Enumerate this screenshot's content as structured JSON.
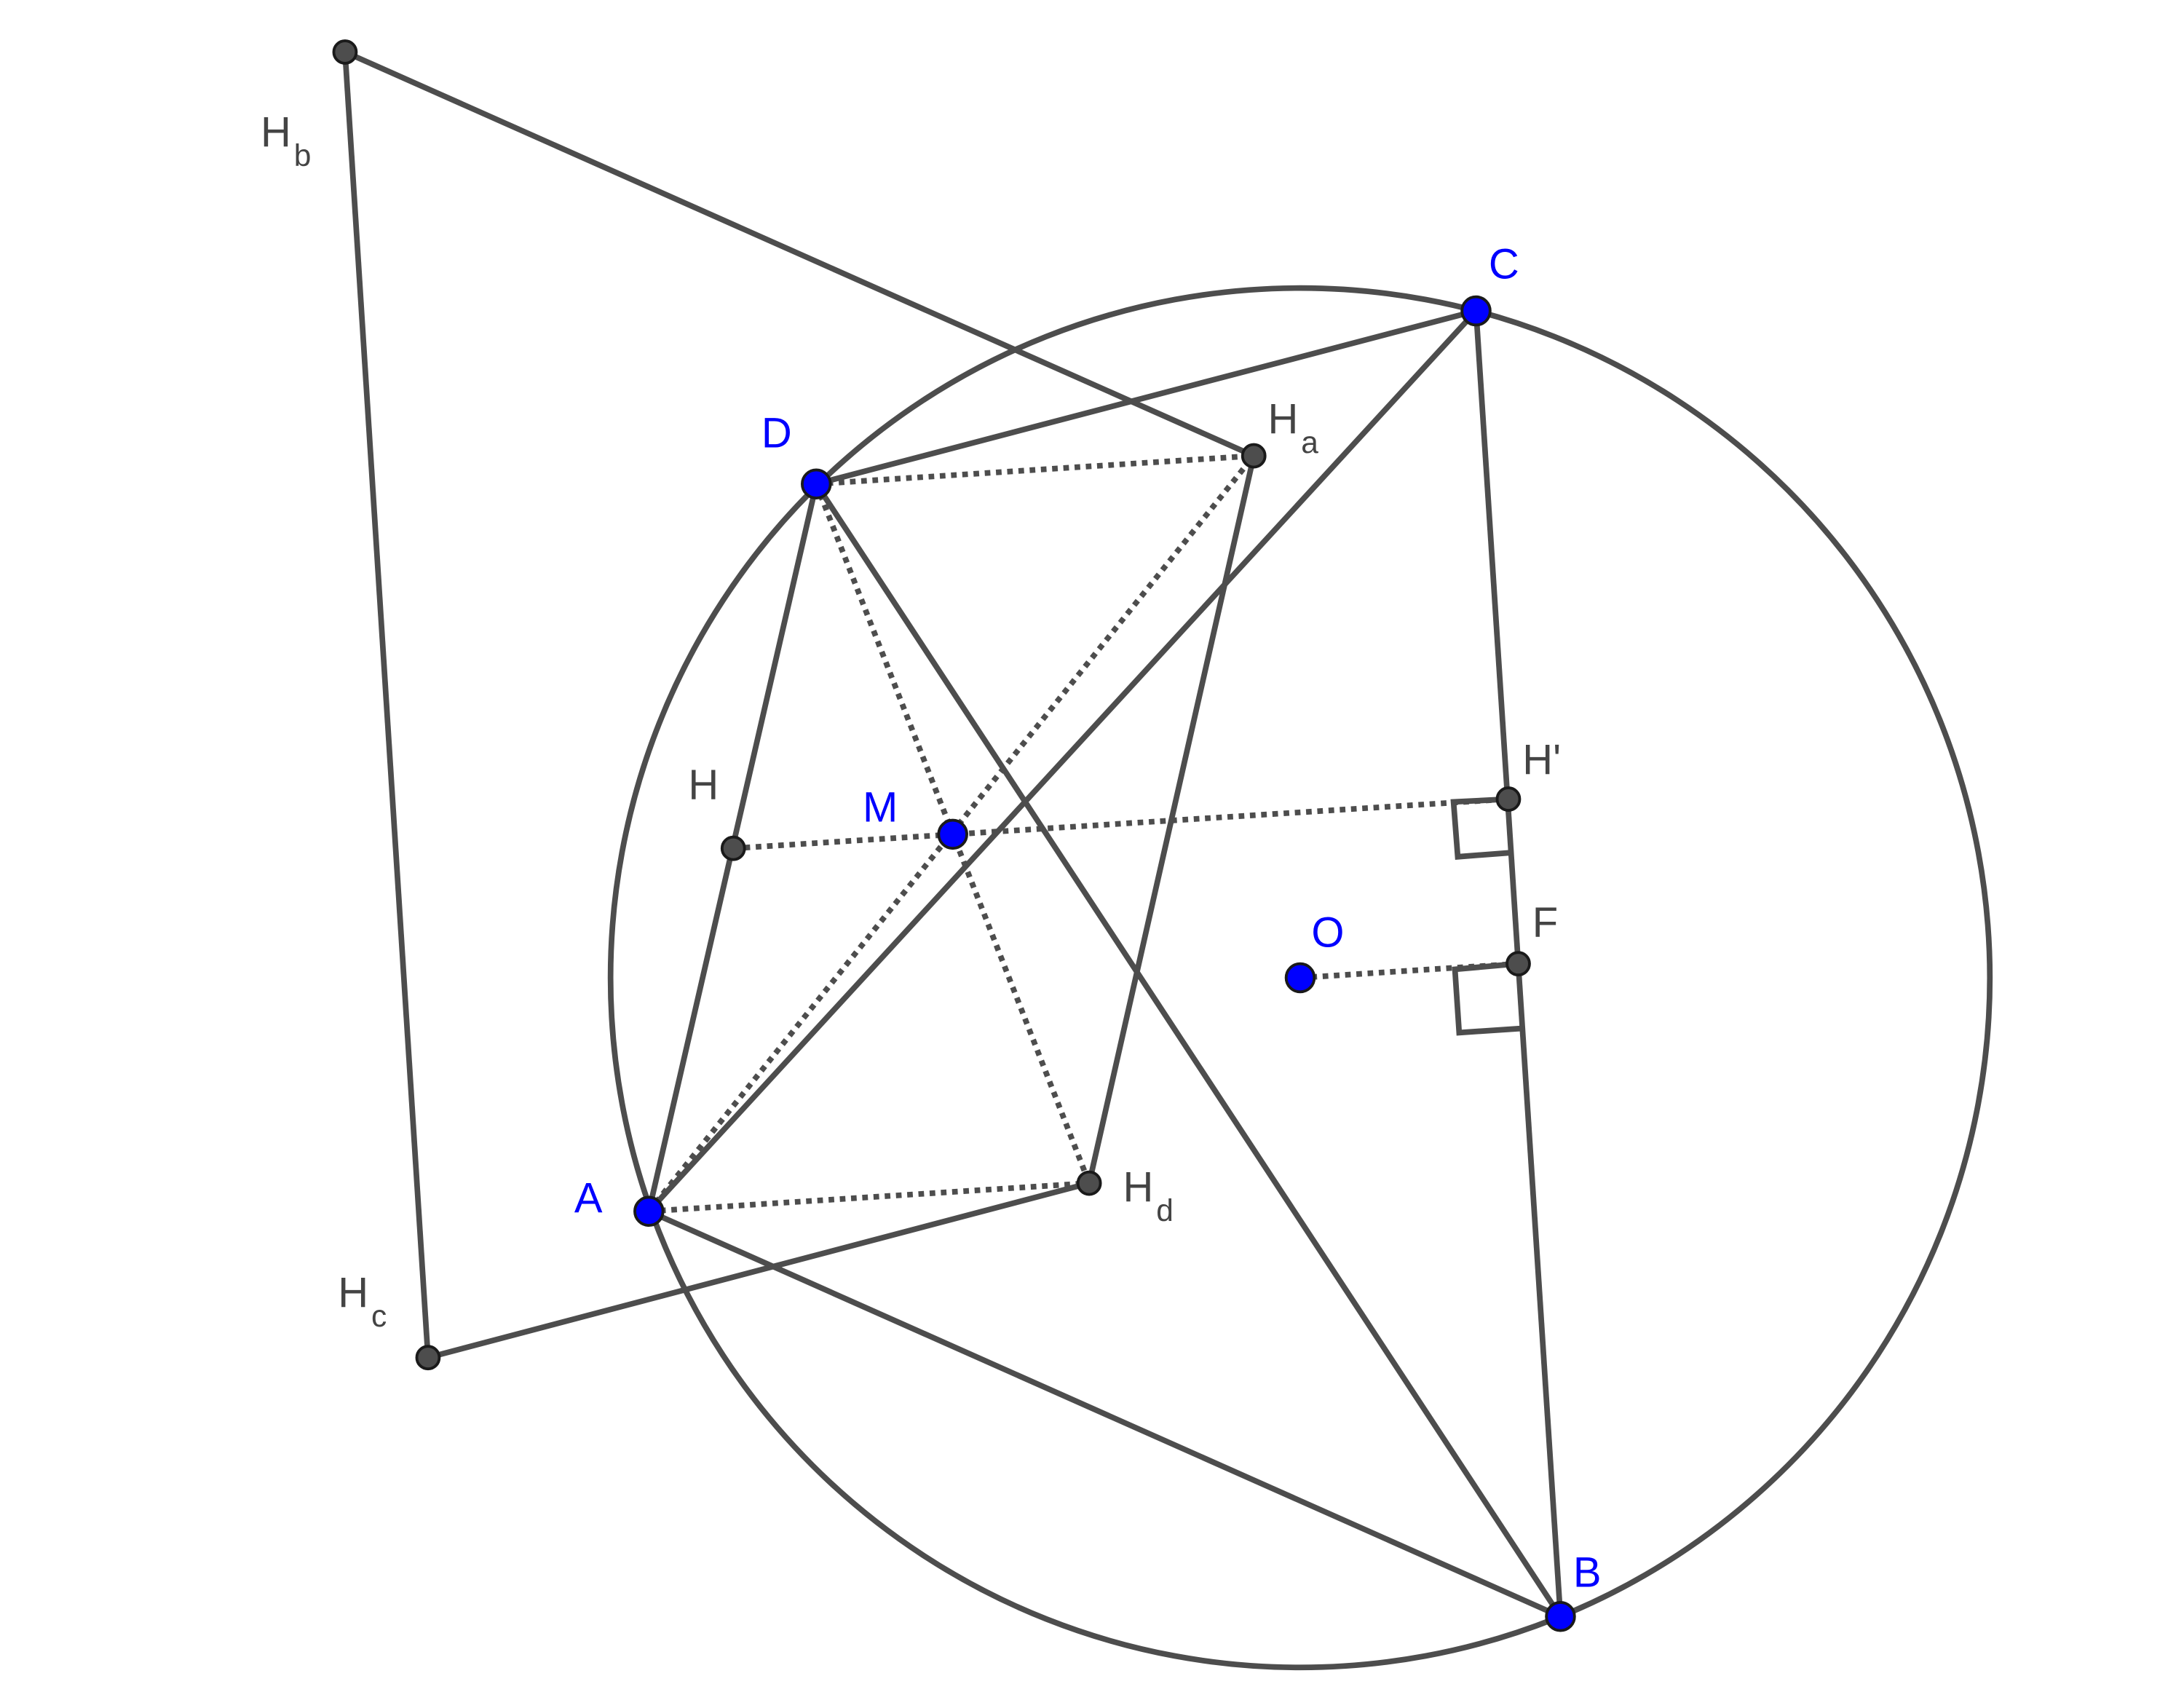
{
  "figure": {
    "colors": {
      "line": "#4d4d4d",
      "free_point": "#0000ff",
      "dependent_point": "#4d4d4d",
      "label_free": "#0000ff",
      "label_dependent": "#444444"
    },
    "points": {
      "A": {
        "label": "A",
        "sub": "",
        "kind": "free"
      },
      "B": {
        "label": "B",
        "sub": "",
        "kind": "free"
      },
      "C": {
        "label": "C",
        "sub": "",
        "kind": "free"
      },
      "D": {
        "label": "D",
        "sub": "",
        "kind": "free"
      },
      "M": {
        "label": "M",
        "sub": "",
        "kind": "free"
      },
      "O": {
        "label": "O",
        "sub": "",
        "kind": "free"
      },
      "H": {
        "label": "H",
        "sub": "",
        "kind": "dependent"
      },
      "Hp": {
        "label": "H'",
        "sub": "",
        "kind": "dependent"
      },
      "F": {
        "label": "F",
        "sub": "",
        "kind": "dependent"
      },
      "Ha": {
        "label": "H",
        "sub": "a",
        "kind": "dependent"
      },
      "Hb": {
        "label": "H",
        "sub": "b",
        "kind": "dependent"
      },
      "Hc": {
        "label": "H",
        "sub": "c",
        "kind": "dependent"
      },
      "Hd": {
        "label": "H",
        "sub": "d",
        "kind": "dependent"
      }
    },
    "solid_segments": [
      [
        "Hb",
        "Ha"
      ],
      [
        "Hb",
        "Hc"
      ],
      [
        "Hc",
        "Hd"
      ],
      [
        "Hd",
        "Ha"
      ],
      [
        "D",
        "C"
      ],
      [
        "C",
        "A"
      ],
      [
        "C",
        "B"
      ],
      [
        "D",
        "A"
      ],
      [
        "D",
        "B"
      ],
      [
        "A",
        "B"
      ]
    ],
    "dotted_segments": [
      [
        "D",
        "Ha"
      ],
      [
        "A",
        "Hd"
      ],
      [
        "A",
        "Ha"
      ],
      [
        "D",
        "Hd"
      ],
      [
        "H",
        "Hp"
      ],
      [
        "O",
        "F"
      ]
    ],
    "circle": {
      "center": "O",
      "through": "B"
    }
  }
}
